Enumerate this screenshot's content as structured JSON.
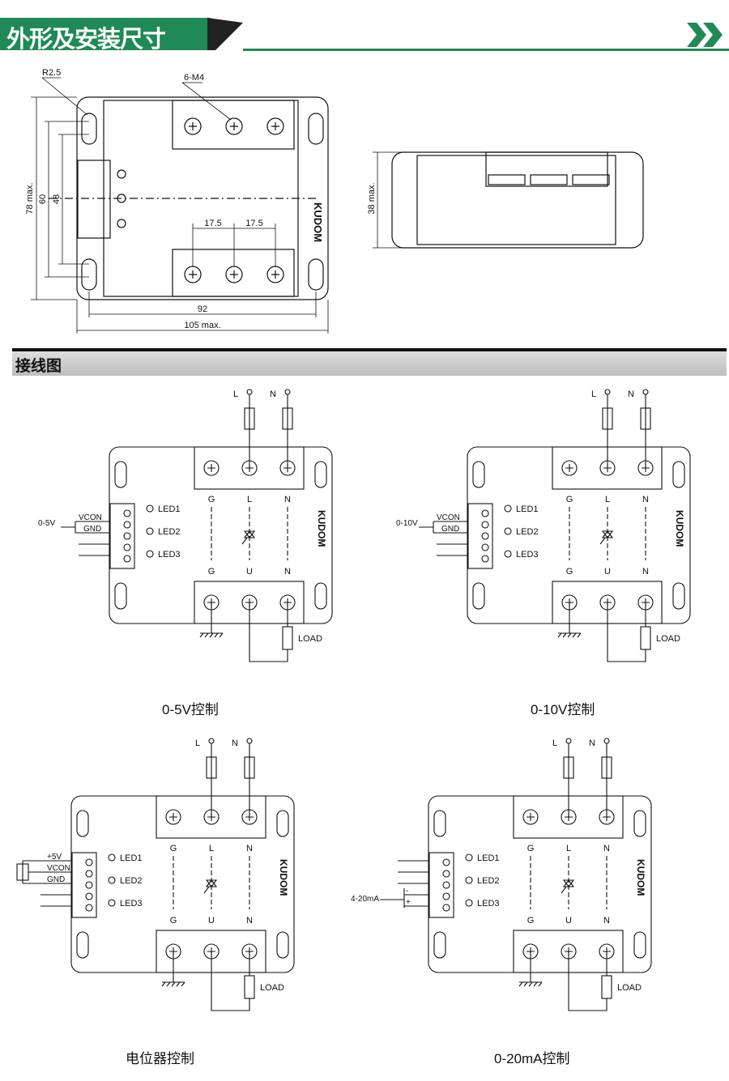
{
  "header": {
    "title": "外形及安装尺寸",
    "accent_color": "#1f8a55"
  },
  "dimensions": {
    "r": "R2.5",
    "m4": "6-M4",
    "h78": "78 max.",
    "h60": "60",
    "h48": "48",
    "p1": "17.5",
    "p2": "17.5",
    "w92": "92",
    "w105": "105 max.",
    "h38": "38 max."
  },
  "section2": {
    "title": "接线图"
  },
  "diagrams": [
    {
      "caption": "0-5V控制",
      "input": "0-5V",
      "vcon": "VCON",
      "gnd": "GND"
    },
    {
      "caption": "0-10V控制",
      "input": "0-10V",
      "vcon": "VCON",
      "gnd": "GND"
    },
    {
      "caption": "电位器控制",
      "plus5": "+5V",
      "vcon": "VCON",
      "gnd": "GND"
    },
    {
      "caption": "0-20mA控制",
      "input": "4-20mA",
      "minus": "-",
      "plus": "+"
    }
  ],
  "labels": {
    "L": "L",
    "N": "N",
    "G": "G",
    "U": "U",
    "load": "LOAD",
    "led1": "LED1",
    "led2": "LED2",
    "led3": "LED3",
    "brand": "KUDOM"
  }
}
